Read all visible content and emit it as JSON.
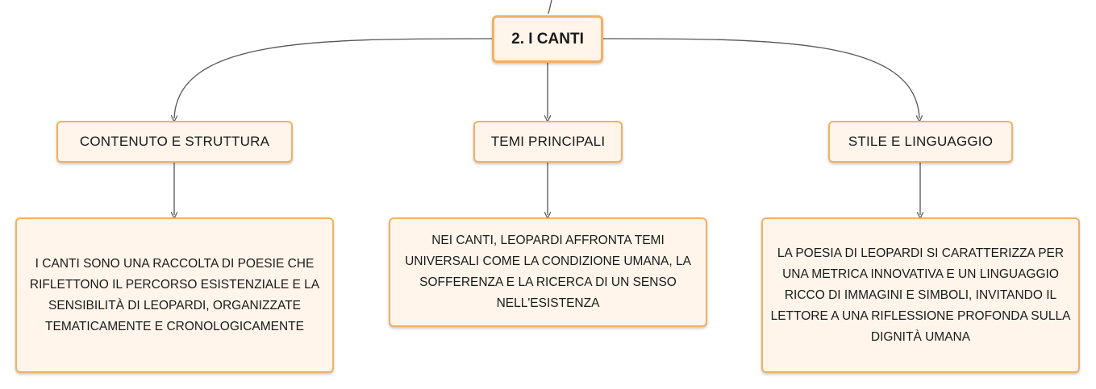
{
  "mindmap": {
    "root": {
      "label": "2. I CANTI"
    },
    "branches": [
      {
        "label": "CONTENUTO E STRUTTURA",
        "detail": "I CANTI SONO UNA RACCOLTA DI POESIE CHE RIFLETTONO IL PERCORSO ESISTENZIALE E LA SENSIBILITÀ DI LEOPARDI, ORGANIZZATE TEMATICAMENTE E CRONOLOGICAMENTE"
      },
      {
        "label": "TEMI PRINCIPALI",
        "detail": "NEI CANTI, LEOPARDI AFFRONTA TEMI UNIVERSALI COME LA CONDIZIONE UMANA, LA SOFFERENZA E LA RICERCA DI UN SENSO NELL'ESISTENZA"
      },
      {
        "label": "STILE E LINGUAGGIO",
        "detail": "LA POESIA DI LEOPARDI SI CARATTERIZZA PER UNA METRICA INNOVATIVA E UN LINGUAGGIO RICCO DI IMMAGINI E SIMBOLI, INVITANDO IL LETTORE A UNA RIFLESSIONE PROFONDA SULLA DIGNITÀ UMANA"
      }
    ]
  },
  "colors": {
    "node_fill": "#fff5eb",
    "node_border": "#f2b063",
    "connector": "#555555"
  }
}
